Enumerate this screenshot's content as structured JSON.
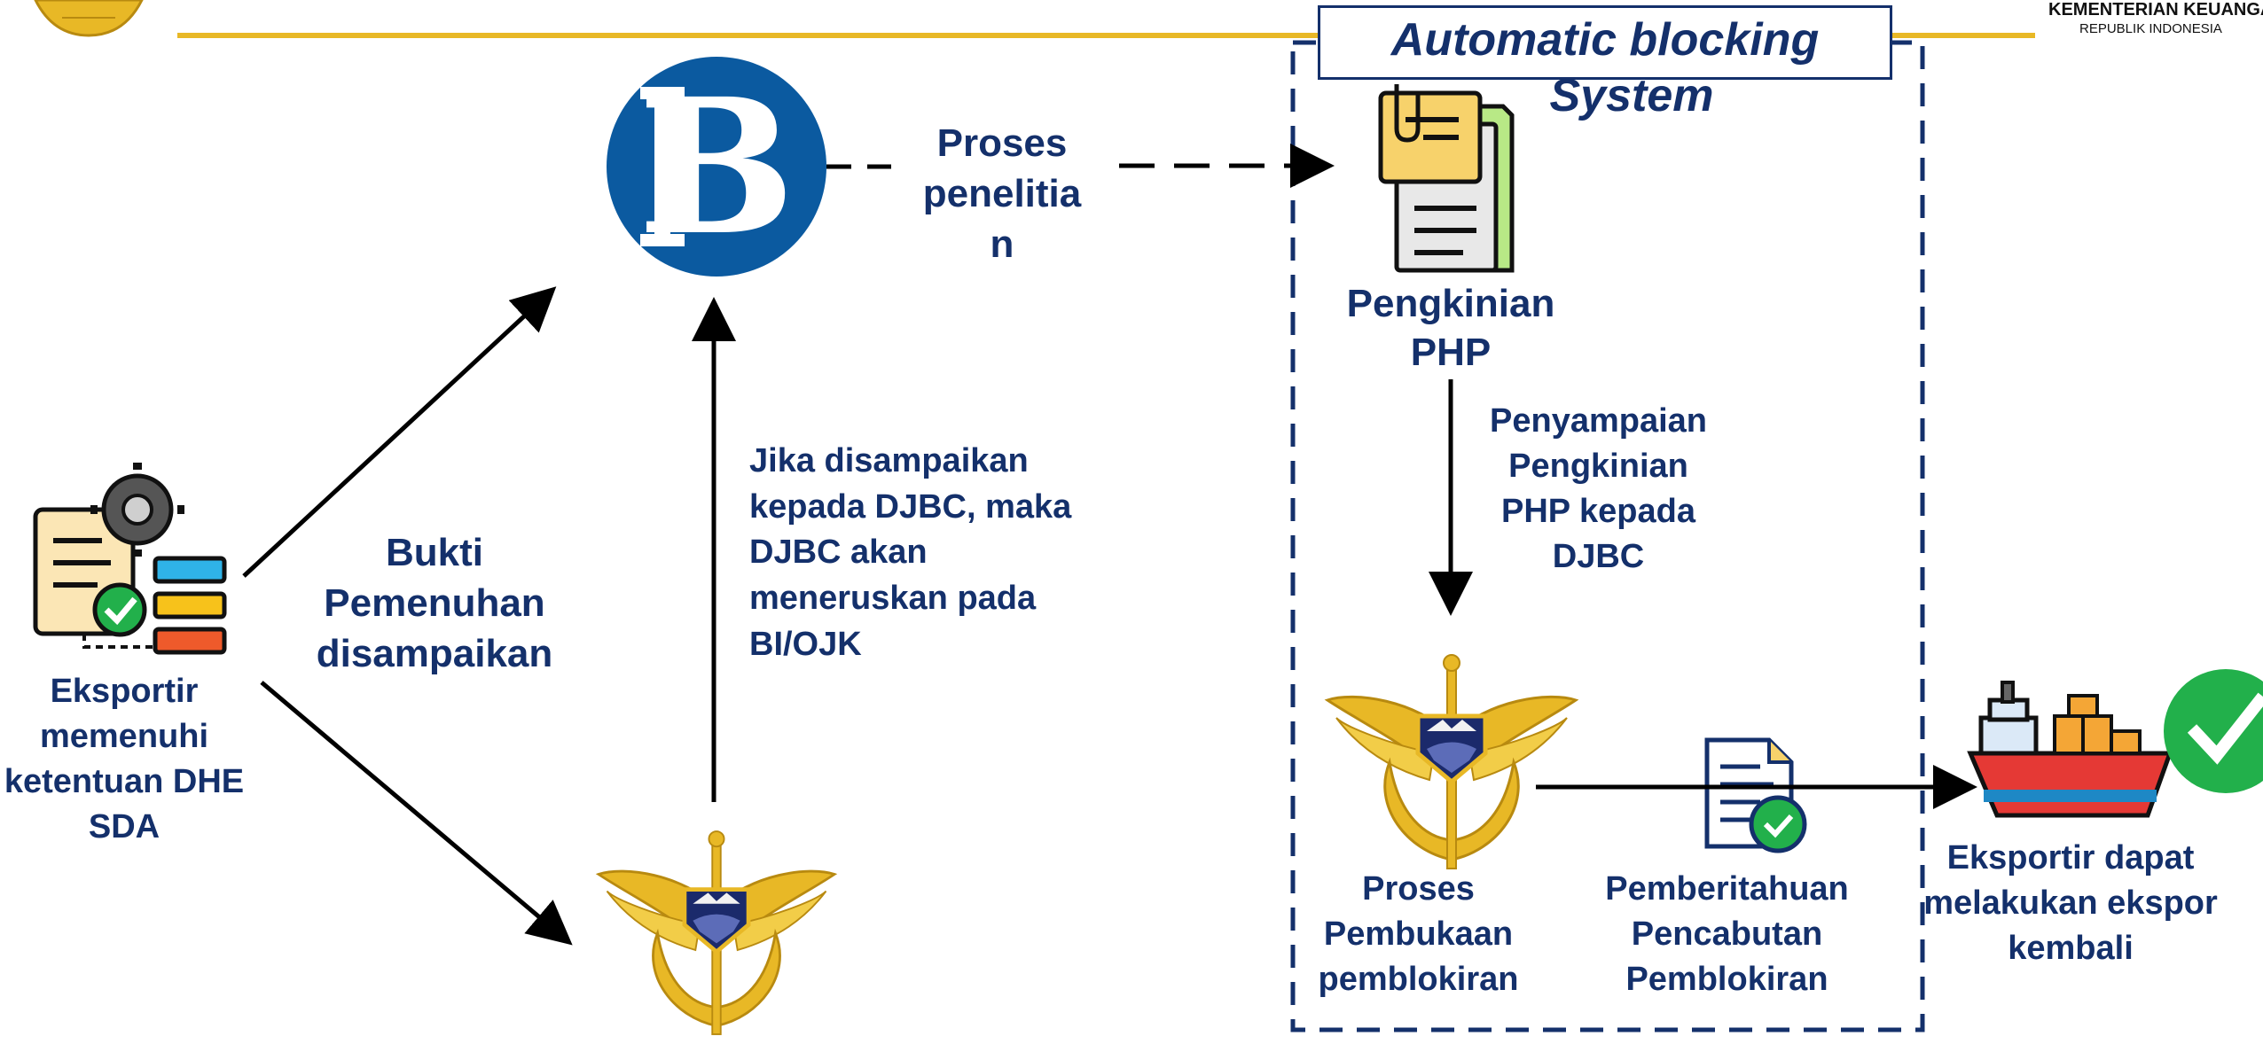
{
  "header": {
    "org_name": "KEMENTERIAN KEUANGAN",
    "org_sub": "REPUBLIK INDONESIA"
  },
  "diagram": {
    "system_title_line1": "Automatic blocking",
    "system_title_line2": "System",
    "bi_logo_text": "B",
    "exporter": [
      "Eksportir",
      "memenuhi",
      "ketentuan DHE",
      "SDA"
    ],
    "proof": [
      "Bukti",
      "Pemenuhan",
      "disampaikan"
    ],
    "research": [
      "Proses",
      "penelitia",
      "n"
    ],
    "djbc_note": [
      "Jika disampaikan",
      "kepada DJBC, maka",
      "DJBC akan",
      "meneruskan pada",
      "BI/OJK"
    ],
    "php_update": [
      "Pengkinian",
      "PHP"
    ],
    "php_delivery": [
      "Penyampaian",
      "Pengkinian",
      "PHP  kepada",
      "DJBC"
    ],
    "unblock_process": [
      "Proses",
      "Pembukaan",
      "pemblokiran"
    ],
    "notification": [
      "Pemberitahuan",
      "Pencabutan",
      "Pemblokiran"
    ],
    "export_again": [
      "Eksportir dapat",
      "melakukan ekspor",
      "kembali"
    ]
  },
  "colors": {
    "navy": "#14306b",
    "bi_blue": "#0b5aa0",
    "gold": "#e8b826",
    "green": "#22b04b"
  },
  "icons": [
    "exporter-process-icon",
    "bank-indonesia-logo-icon",
    "customs-emblem-icon",
    "document-icon",
    "document-check-icon",
    "cargo-ship-icon",
    "checkmark-icon",
    "ministry-emblem-icon"
  ]
}
